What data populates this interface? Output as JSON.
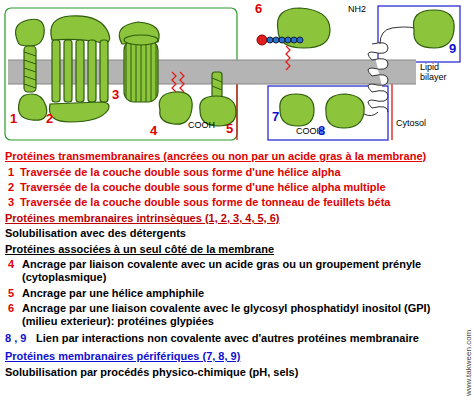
{
  "diagram": {
    "labels": [
      "6",
      "NH2",
      "9",
      "Lipid bilayer",
      "1",
      "2",
      "3",
      "4",
      "COOH",
      "5",
      "7",
      "COOH",
      "8",
      "Cytosol",
      "www.takween.com",
      "Protéines transmembranaires (ancrées ou non par un acide gras à la membrane)",
      "1",
      "Traversée de la couche double sous forme d'une hélice alpha",
      "2",
      "Traversée de la couche double sous forme d'une hélice alpha multiple",
      "3",
      "Traversée de la couche double sous forme de tonneau de feuillets béta",
      "Protéines membranaires intrinsèques (1, 2, 3, 4, 5, 6)",
      "Solubilisation avec des détergents",
      "Protéines associées à un seul côté de la membrane",
      "4",
      "Ancrage par liaison covalente avec un acide gras ou un groupement prényle (cytoplasmique)",
      "5",
      "Ancrage par une hélice amphiphile",
      "6",
      "Ancrage par une liaison covalente avec le glycosyl phosphatidyl inositol (GPI) (milieu exterieur): protéines glypiées",
      "8 , 9",
      "Lien par interactions non covalente avec d'autres protéines membranaire",
      "Protéines membranaires périfériques (7, 8, 9)",
      "Solubilisation par procédés physico-chimique (pH, sels)"
    ]
  }
}
